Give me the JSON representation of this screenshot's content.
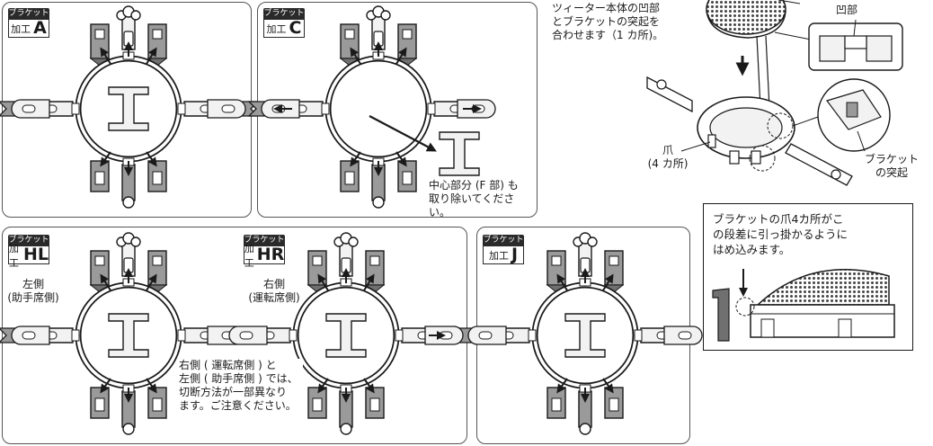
{
  "colors": {
    "line": "#1a1a1a",
    "piece_fill": "#9a9a9a",
    "piece_dark": "#707070",
    "light": "#f2f2f2",
    "panel_border": "#555555",
    "tweeter_mesh": "#444444"
  },
  "panels": {
    "a": {
      "tag_top": "ブラケット",
      "tag_kakou": "加工",
      "tag_letter": "A"
    },
    "c": {
      "tag_top": "ブラケット",
      "tag_kakou": "加工",
      "tag_letter": "C",
      "note_line1": "中心部分 (F 部) も",
      "note_line2": "取り除いてください。"
    },
    "hl_hr": {
      "hl_tag_top": "ブラケット",
      "hl_tag_kakou": "加工",
      "hl_tag_letter": "HL",
      "hl_side_line1": "左側",
      "hl_side_line2": "(助手席側)",
      "hr_tag_top": "ブラケット",
      "hr_tag_kakou": "加工",
      "hr_tag_letter": "HR",
      "hr_side_line1": "右側",
      "hr_side_line2": "(運転席側)",
      "note_lines": [
        "右側 ( 運転席側 ) と",
        "左側 ( 助手席側 ) では、",
        "切断方法が一部異なり",
        "ます。ご注意ください。"
      ]
    },
    "j": {
      "tag_top": "ブラケット",
      "tag_kakou": "加工",
      "tag_letter": "J"
    }
  },
  "assembly": {
    "instruction_lines": [
      "ツィーター本体の凹部",
      "とブラケットの突起を",
      "合わせます（1 カ所)。"
    ],
    "recess_label": "凹部",
    "claw_label_line1": "爪",
    "claw_label_line2": "(4 カ所)",
    "protrusion_label_line1": "ブラケット",
    "protrusion_label_line2": "の突起"
  },
  "fit_box": {
    "text_lines": [
      "ブラケットの爪4カ所がこ",
      "の段差に引っ掛かるように",
      "はめ込みます。"
    ]
  }
}
